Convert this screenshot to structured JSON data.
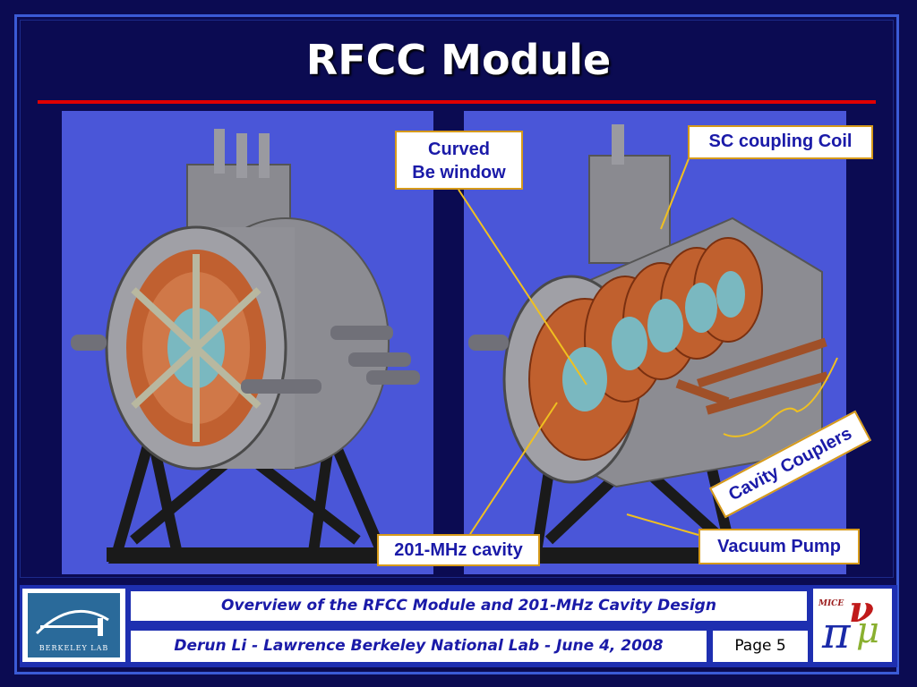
{
  "slide": {
    "title": "RFCC Module",
    "accent_red": "#e00000",
    "background": "#0b0b52",
    "panel_color": "#4a56d8"
  },
  "callouts": {
    "curved_window_line1": "Curved",
    "curved_window_line2": "Be window",
    "sc_coil": "SC coupling Coil",
    "cavity": "201-MHz cavity",
    "vacuum_pump": "Vacuum Pump",
    "cavity_couplers": "Cavity Couplers"
  },
  "footer": {
    "overview": "Overview of the RFCC Module and 201-MHz Cavity Design",
    "author_line": "Derun Li  -  Lawrence Berkeley National Lab -  June 4, 2008",
    "page": "Page 5",
    "berkeley_logo_text": "BERKELEY LAB",
    "mice_logo_text": "MICE"
  }
}
